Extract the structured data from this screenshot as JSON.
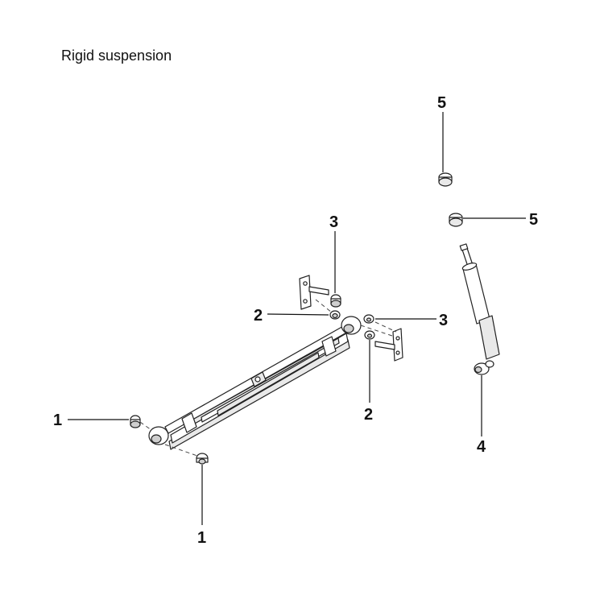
{
  "title": "Rigid suspension",
  "callouts": {
    "c1_left": "1",
    "c1_bottom": "1",
    "c2_left": "2",
    "c2_bottom": "2",
    "c3_top": "3",
    "c3_right": "3",
    "c4": "4",
    "c5_top": "5",
    "c5_right": "5"
  }
}
